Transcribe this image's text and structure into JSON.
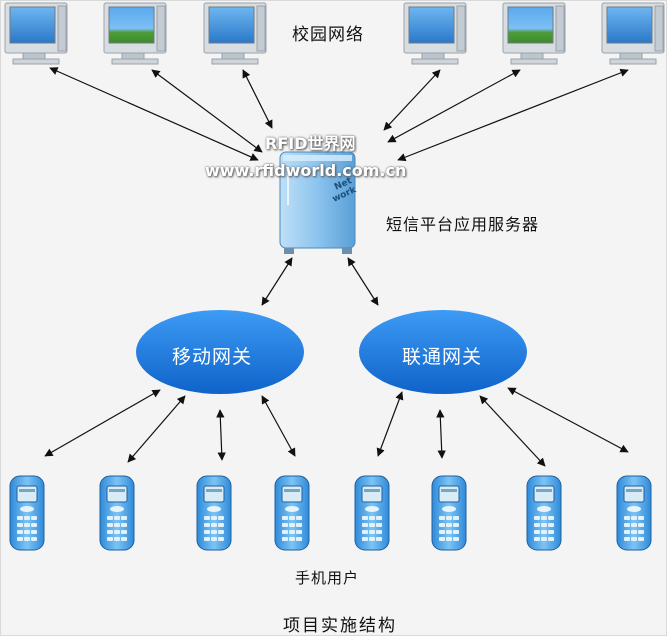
{
  "labels": {
    "campus_network": "校园网络",
    "sms_server": "短信平台应用服务器",
    "mobile_gateway": "移动网关",
    "unicom_gateway": "联通网关",
    "mobile_users": "手机用户",
    "caption": "项目实施结构",
    "server_brand": "Net work",
    "watermark_line1": "RFID世界网",
    "watermark_line2": "www.rfidworld.com.cn"
  },
  "icons": {
    "computer": "desktop-computer-icon",
    "server": "server-tower-icon",
    "phone": "mobile-phone-icon",
    "arrow": "bidirectional-arrow"
  },
  "colors": {
    "gateway_fill": "#1f7ee8",
    "server_body": "#8ec6ef",
    "phone_body": "#4aa3e6",
    "arrow": "#111111"
  }
}
